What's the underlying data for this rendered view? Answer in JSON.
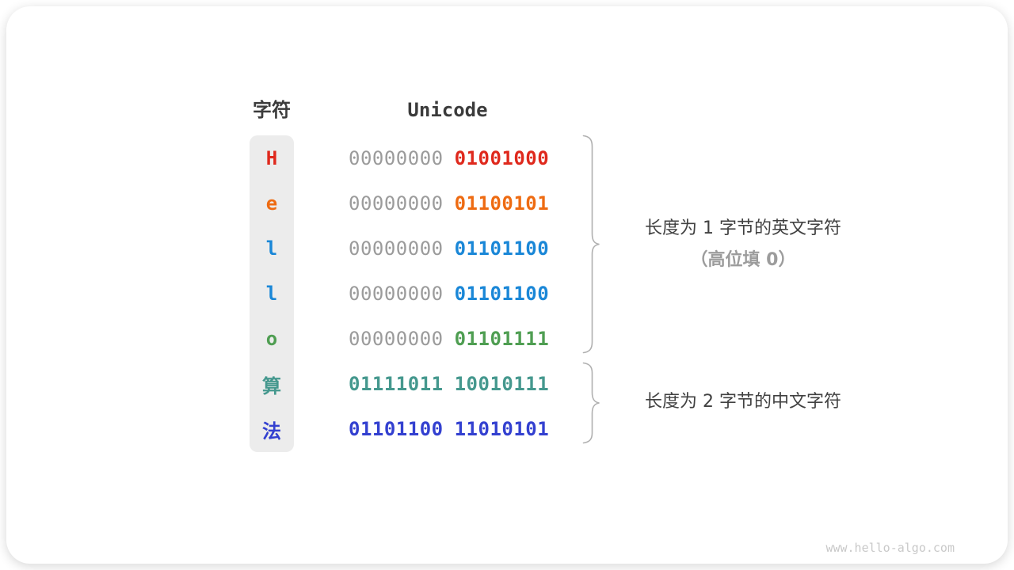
{
  "diagram": {
    "table": {
      "headers": {
        "char": "字符",
        "unicode": "Unicode"
      },
      "rows": [
        {
          "char": "H",
          "color": "#df291d",
          "bytes": [
            {
              "bits": "00000000",
              "color": "#9b9b9b",
              "bold": false
            },
            {
              "bits": "01001000",
              "color": "#df291d",
              "bold": true
            }
          ]
        },
        {
          "char": "e",
          "color": "#ee6b12",
          "bytes": [
            {
              "bits": "00000000",
              "color": "#9b9b9b",
              "bold": false
            },
            {
              "bits": "01100101",
              "color": "#ee6b12",
              "bold": true
            }
          ]
        },
        {
          "char": "l",
          "color": "#1a87d7",
          "bytes": [
            {
              "bits": "00000000",
              "color": "#9b9b9b",
              "bold": false
            },
            {
              "bits": "01101100",
              "color": "#1a87d7",
              "bold": true
            }
          ]
        },
        {
          "char": "l",
          "color": "#1a87d7",
          "bytes": [
            {
              "bits": "00000000",
              "color": "#9b9b9b",
              "bold": false
            },
            {
              "bits": "01101100",
              "color": "#1a87d7",
              "bold": true
            }
          ]
        },
        {
          "char": "o",
          "color": "#4f9e52",
          "bytes": [
            {
              "bits": "00000000",
              "color": "#9b9b9b",
              "bold": false
            },
            {
              "bits": "01101111",
              "color": "#4f9e52",
              "bold": true
            }
          ]
        },
        {
          "char": "算",
          "color": "#45988e",
          "bytes": [
            {
              "bits": "01111011",
              "color": "#45988e",
              "bold": true
            },
            {
              "bits": "10010111",
              "color": "#45988e",
              "bold": true
            }
          ]
        },
        {
          "char": "法",
          "color": "#3340d0",
          "bytes": [
            {
              "bits": "01101100",
              "color": "#3340d0",
              "bold": true
            },
            {
              "bits": "11010101",
              "color": "#3340d0",
              "bold": true
            }
          ]
        }
      ]
    },
    "annotations": {
      "group_1_byte": {
        "line1": "长度为 1 字节的英文字符",
        "line2": "（高位填 0）"
      },
      "group_2_byte": {
        "line1": "长度为 2 字节的中文字符"
      }
    },
    "watermark": "www.hello-algo.com",
    "colors": {
      "char_column_bg": "#ececec",
      "header_text": "#3b3b3b",
      "unused_bits": "#9b9b9b",
      "red": "#df291d",
      "orange": "#ee6b12",
      "blue": "#1a87d7",
      "green": "#4f9e52",
      "teal": "#45988e",
      "indigo": "#3340d0",
      "annotation_text": "#414141",
      "annotation_muted": "#9c9c9c",
      "brace": "#b0b0b0",
      "watermark_text": "#c9c9c9"
    }
  }
}
